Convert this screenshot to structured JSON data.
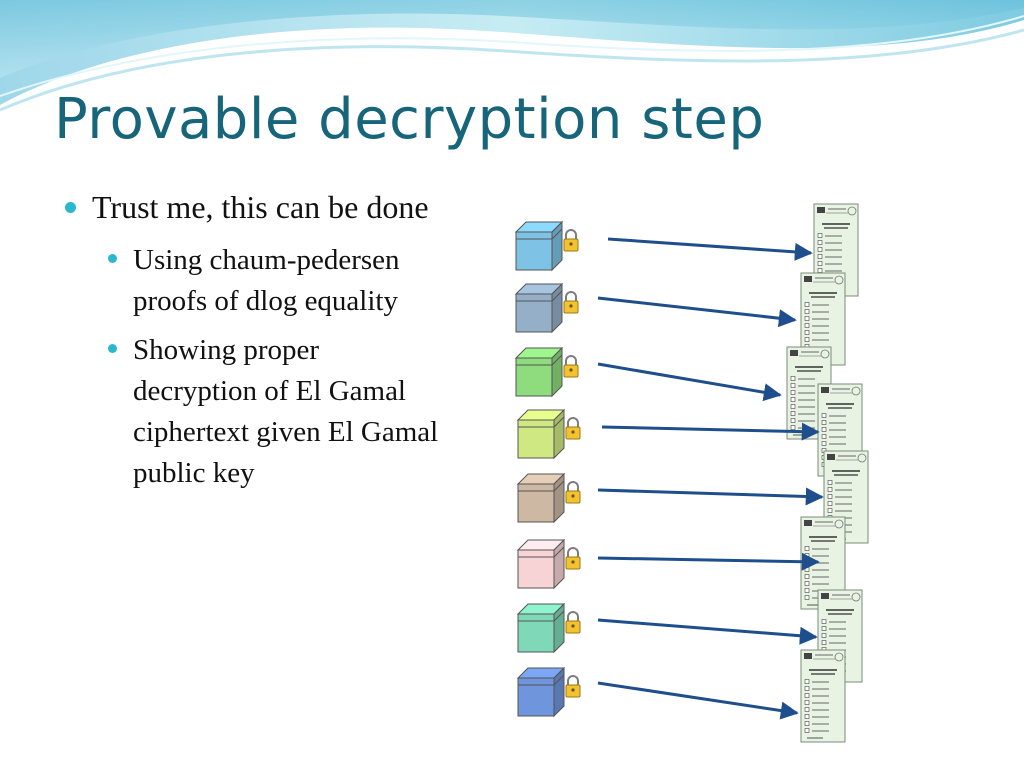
{
  "slide": {
    "title": "Provable decryption step",
    "bullets": [
      {
        "level": 1,
        "lines": [
          "Trust me, this can be done"
        ]
      },
      {
        "level": 2,
        "lines": [
          "Using chaum-pedersen",
          "proofs of dlog equality"
        ]
      },
      {
        "level": 2,
        "lines": [
          "Showing proper",
          "decryption of El Gamal",
          "ciphertext given El Gamal",
          "public key"
        ]
      }
    ]
  },
  "colors": {
    "title": "#17657b",
    "bullet_dot": "#2bb8cf",
    "arrow": "#1f4e8c",
    "ballot_paper": "#e8f3e3",
    "lock_body": "#f2c230"
  },
  "encrypted_boxes": [
    {
      "color": "#7ec3e6",
      "icon": "locked-box-icon"
    },
    {
      "color": "#95afc9",
      "icon": "locked-box-icon"
    },
    {
      "color": "#8fdc7f",
      "icon": "locked-box-icon"
    },
    {
      "color": "#cfe881",
      "icon": "locked-box-icon"
    },
    {
      "color": "#cdb8a4",
      "icon": "locked-box-icon"
    },
    {
      "color": "#f8d3d6",
      "icon": "locked-box-icon"
    },
    {
      "color": "#7fd9b8",
      "icon": "locked-box-icon"
    },
    {
      "color": "#6f95dc",
      "icon": "locked-box-icon"
    }
  ],
  "ballots": [
    {
      "icon": "ballot-paper-icon"
    },
    {
      "icon": "ballot-paper-icon"
    },
    {
      "icon": "ballot-paper-icon"
    },
    {
      "icon": "ballot-paper-icon"
    },
    {
      "icon": "ballot-paper-icon"
    },
    {
      "icon": "ballot-paper-icon"
    },
    {
      "icon": "ballot-paper-icon"
    },
    {
      "icon": "ballot-paper-icon"
    }
  ]
}
